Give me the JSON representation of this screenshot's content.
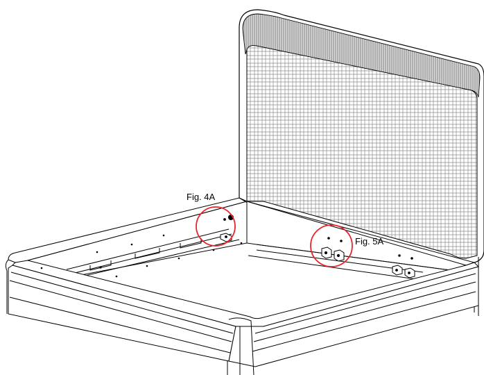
{
  "callouts": [
    {
      "label": "Fig. 4A",
      "color": "#e8242b"
    },
    {
      "label": "Fig. 5A",
      "color": "#e8242b"
    }
  ],
  "colors": {
    "line": "#000000",
    "hatch": "#8a8a8a",
    "callout": "#e8242b"
  },
  "icons": [
    "bed-frame-drawing",
    "headboard-icon",
    "bracket-icon"
  ]
}
